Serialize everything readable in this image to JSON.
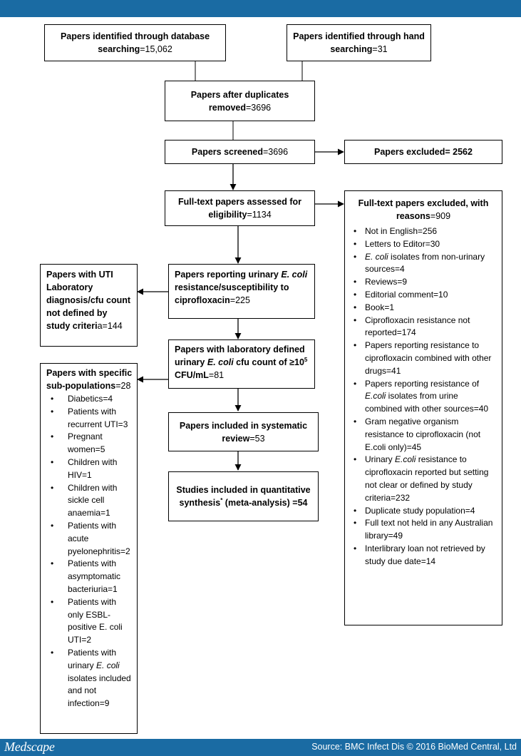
{
  "footer": {
    "logo": "Medscape",
    "source": "Source: BMC Infect Dis © 2016 BioMed Central, Ltd"
  },
  "flow": {
    "db": {
      "a": "Papers identified through database searching",
      "b": "=15,062"
    },
    "hand": {
      "a": "Papers identified through hand searching",
      "b": "=31"
    },
    "dup": {
      "a": "Papers after duplicates removed",
      "b": "=3696"
    },
    "screened": {
      "a": "Papers screened",
      "b": "=3696"
    },
    "excluded": {
      "a": "Papers excluded",
      "b": "= 2562"
    },
    "fulltext": {
      "a": "Full-text papers assessed for eligibility",
      "b": "=1134"
    },
    "fulltext_excl": {
      "a": "Full-text papers excluded, with reasons",
      "b": "=909",
      "items": [
        {
          "t1": "Not in English=256"
        },
        {
          "t1": "Letters to Editor=30"
        },
        {
          "em": "E. coli",
          "t1": " isolates from non-urinary sources=4"
        },
        {
          "t1": "Reviews=9"
        },
        {
          "t1": "Editorial comment=10"
        },
        {
          "t1": "Book=1"
        },
        {
          "t1": "Ciprofloxacin resistance not reported=174"
        },
        {
          "t1": "Papers reporting resistance to ciprofloxacin combined with other drugs=41"
        },
        {
          "pre": "Papers reporting resistance of ",
          "em": "E.coli",
          "t1": " isolates from urine combined with other sources=40"
        },
        {
          "t1": "Gram negative organism resistance to ciprofloxacin (not E.coli only)=45"
        },
        {
          "pre": "Urinary ",
          "em": "E.coli",
          "t1": " resistance to ciprofloxacin reported but setting not clear or defined by study criteria=232"
        },
        {
          "t1": "Duplicate study population=4"
        },
        {
          "t1": "Full text not held in any Australian library=49"
        },
        {
          "t1": "Interlibrary loan not retrieved by study due date=14"
        }
      ]
    },
    "reporting": {
      "a": "Papers reporting urinary ",
      "em": "E. coli",
      "c": " resistance/susceptibility to ciprofloxacin",
      "b": "=225"
    },
    "utilab": {
      "a": "Papers with UTI Laboratory diagnosis/cfu count not defined by study criteri",
      "b": "a=144"
    },
    "labdef": {
      "a": "Papers with laboratory defined urinary ",
      "em": "E. coli",
      "c": " cfu count of ≥10",
      "sup": "5",
      "d": " CFU/mL",
      "b": "=81"
    },
    "subpop": {
      "a": "Papers with specific sub-populations",
      "b": "=28",
      "items": [
        {
          "t1": "Diabetics=4"
        },
        {
          "t1": "Patients with recurrent UTI=3"
        },
        {
          "t1": "Pregnant women=5"
        },
        {
          "t1": "Children with HIV=1"
        },
        {
          "t1": "Children with sickle cell anaemia=1"
        },
        {
          "t1": "Patients with acute pyelonephritis=2"
        },
        {
          "t1": "Patients with asymptomatic bacteriuria=1"
        },
        {
          "t1": "Patients with only ESBL-positive E. coli UTI=2"
        },
        {
          "pre": "Patients with urinary ",
          "em": "E. coli",
          "t1": " isolates included and not infection=9"
        }
      ]
    },
    "systematic": {
      "a": "Papers included in systematic review",
      "b": "=53"
    },
    "quant": {
      "a": "Studies included in quantitative synthesis",
      "sup": "*",
      "c": " (meta-analysis) =54"
    }
  }
}
